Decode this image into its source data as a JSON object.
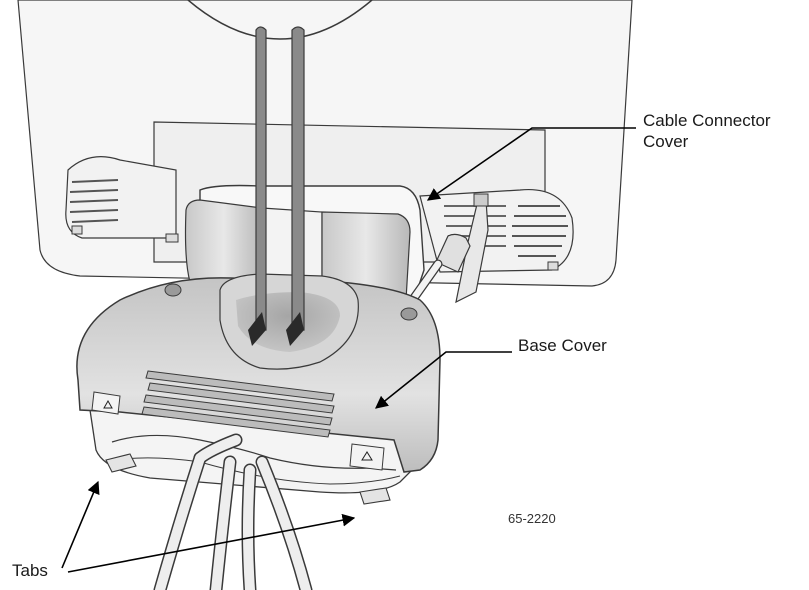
{
  "labels": {
    "cable_connector_cover_line1": "Cable Connector",
    "cable_connector_cover_line2": "Cover",
    "base_cover": "Base Cover",
    "tabs": "Tabs",
    "figure_number": "65-2220"
  },
  "colors": {
    "outline": "#3a3a3a",
    "housing_fill": "#f4f4f4",
    "cover_fill": "#cfcfcf",
    "cover_shade": "#9a9a9a",
    "cable_fill": "#ebebeb",
    "arrow": "#000000"
  }
}
